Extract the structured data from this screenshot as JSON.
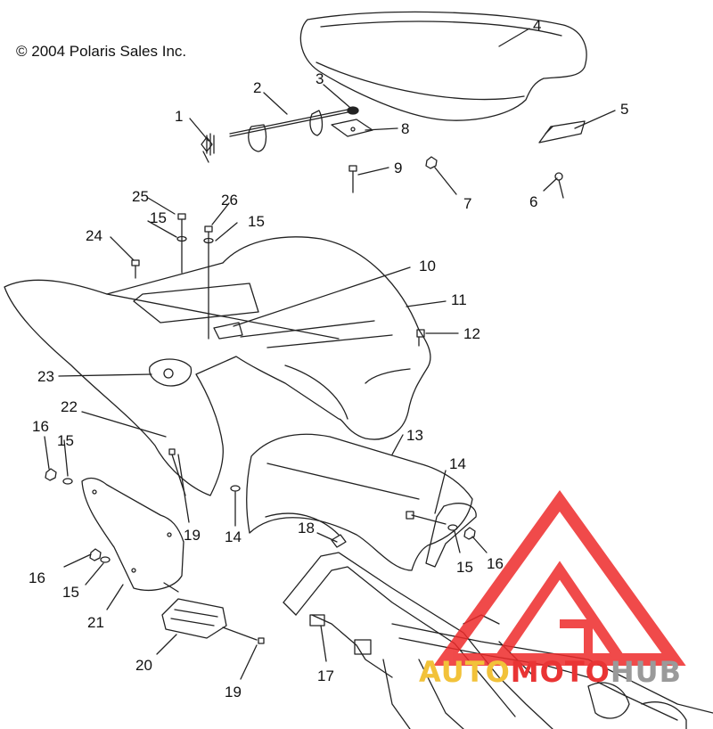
{
  "copyright": "© 2004 Polaris Sales Inc.",
  "callouts": [
    {
      "id": "c1",
      "label": "1"
    },
    {
      "id": "c2",
      "label": "2"
    },
    {
      "id": "c3",
      "label": "3"
    },
    {
      "id": "c4",
      "label": "4"
    },
    {
      "id": "c5",
      "label": "5"
    },
    {
      "id": "c6",
      "label": "6"
    },
    {
      "id": "c7",
      "label": "7"
    },
    {
      "id": "c8",
      "label": "8"
    },
    {
      "id": "c9",
      "label": "9"
    },
    {
      "id": "c10",
      "label": "10"
    },
    {
      "id": "c11",
      "label": "11"
    },
    {
      "id": "c12",
      "label": "12"
    },
    {
      "id": "c13",
      "label": "13"
    },
    {
      "id": "c14a",
      "label": "14"
    },
    {
      "id": "c14b",
      "label": "14"
    },
    {
      "id": "c15a",
      "label": "15"
    },
    {
      "id": "c15b",
      "label": "15"
    },
    {
      "id": "c15c",
      "label": "15"
    },
    {
      "id": "c15d",
      "label": "15"
    },
    {
      "id": "c15e",
      "label": "15"
    },
    {
      "id": "c16a",
      "label": "16"
    },
    {
      "id": "c16b",
      "label": "16"
    },
    {
      "id": "c16c",
      "label": "16"
    },
    {
      "id": "c17",
      "label": "17"
    },
    {
      "id": "c18",
      "label": "18"
    },
    {
      "id": "c19a",
      "label": "19"
    },
    {
      "id": "c19b",
      "label": "19"
    },
    {
      "id": "c20",
      "label": "20"
    },
    {
      "id": "c21",
      "label": "21"
    },
    {
      "id": "c22",
      "label": "22"
    },
    {
      "id": "c23",
      "label": "23"
    },
    {
      "id": "c24",
      "label": "24"
    },
    {
      "id": "c25",
      "label": "25"
    },
    {
      "id": "c26",
      "label": "26"
    }
  ],
  "watermark": {
    "part1": "AUTO",
    "part2": "MOTO",
    "part3": "HUB",
    "colors": {
      "triangle": "#ee2b2b",
      "part1": "#f2c23a",
      "part2": "#e93434",
      "part3": "#9a9a9a"
    }
  }
}
